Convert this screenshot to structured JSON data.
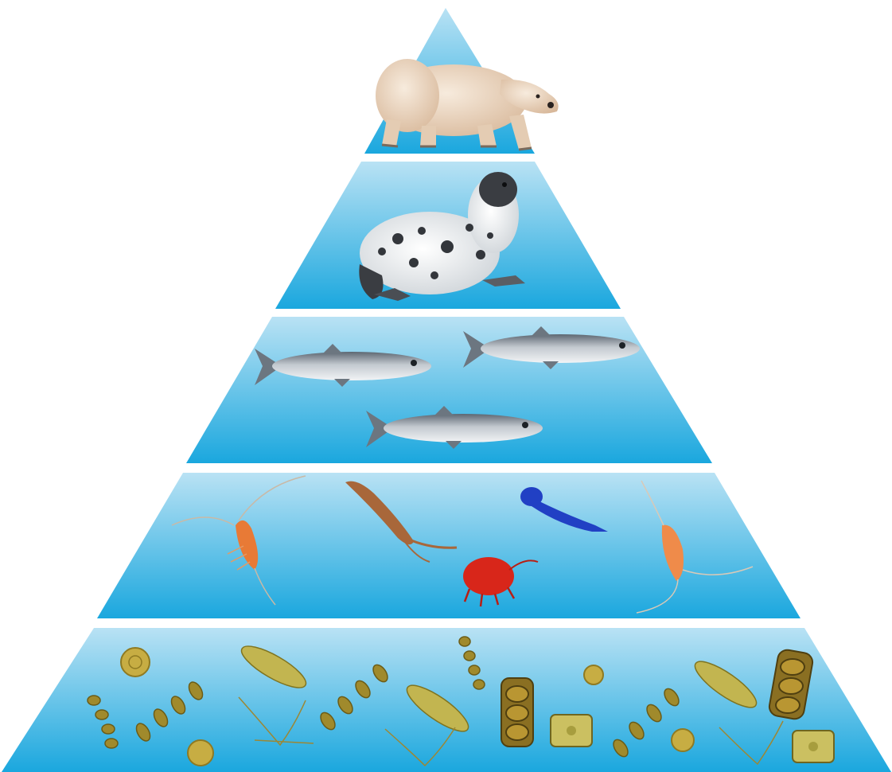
{
  "diagram": {
    "type": "food-pyramid",
    "levels": [
      {
        "organisms": [
          "polar-bear"
        ]
      },
      {
        "organisms": [
          "seal"
        ]
      },
      {
        "organisms": [
          "fish",
          "fish",
          "fish"
        ]
      },
      {
        "organisms": [
          "krill",
          "copepod",
          "arrow-worm",
          "amphipod",
          "shrimp"
        ]
      },
      {
        "organisms": [
          "diatom",
          "diatom",
          "diatom",
          "diatom",
          "diatom",
          "diatom",
          "diatom",
          "diatom",
          "diatom",
          "diatom",
          "diatom",
          "diatom",
          "diatom",
          "diatom",
          "diatom"
        ]
      }
    ],
    "colors": {
      "water_top": "#b9e2f4",
      "water_bottom": "#1aa7de",
      "bear": "#efd9c3",
      "seal": "#e9ecee",
      "fish": "#8e97a0",
      "krill": "#e87a36",
      "copepod": "#a8673a",
      "arrow_worm": "#2140c4",
      "amphipod": "#d8261a",
      "diatom": "#b7a23b"
    }
  }
}
